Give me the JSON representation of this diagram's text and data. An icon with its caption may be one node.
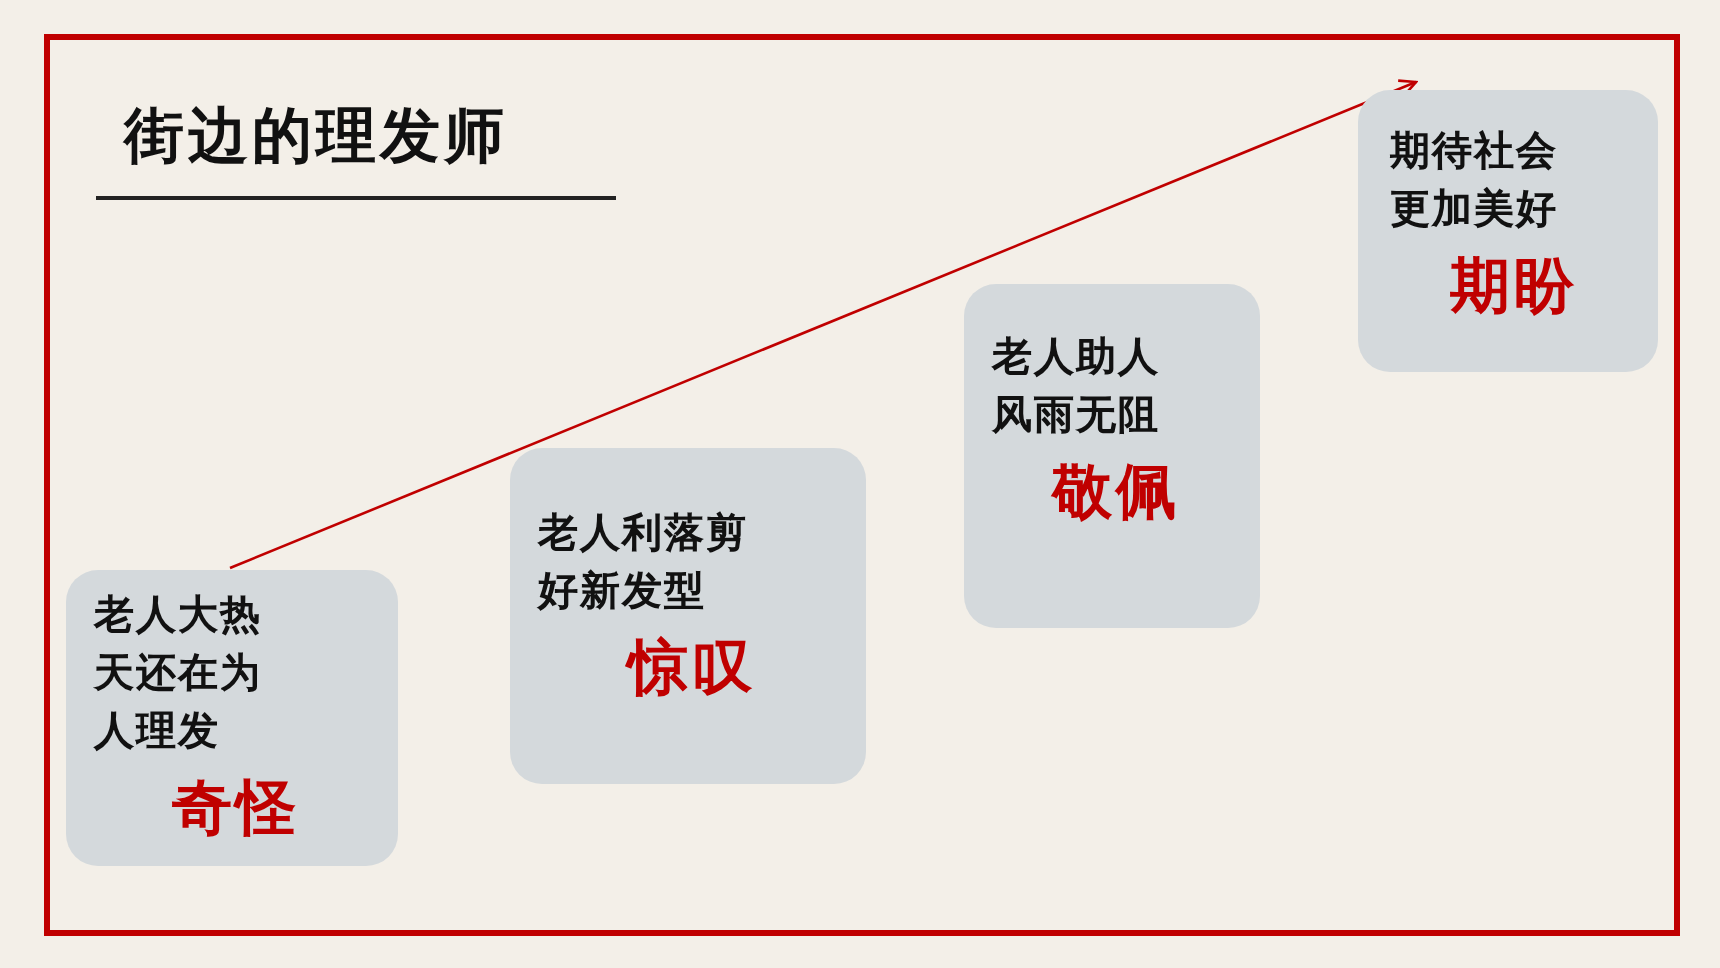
{
  "diagram": {
    "title": "街边的理发师",
    "nodes": [
      {
        "text": [
          "老人大热天还在为人理发",
          "奇怪"
        ]
      },
      {
        "text": [
          "老人利落剪好新发型",
          "惊叹"
        ]
      },
      {
        "text": [
          "老人助人风雨无阻",
          "敬佩"
        ]
      },
      {
        "text": [
          "期待社会更加美好",
          "期盼"
        ]
      }
    ],
    "edges": [
      {
        "from": 0,
        "to": 3,
        "arrow": "to"
      }
    ]
  }
}
